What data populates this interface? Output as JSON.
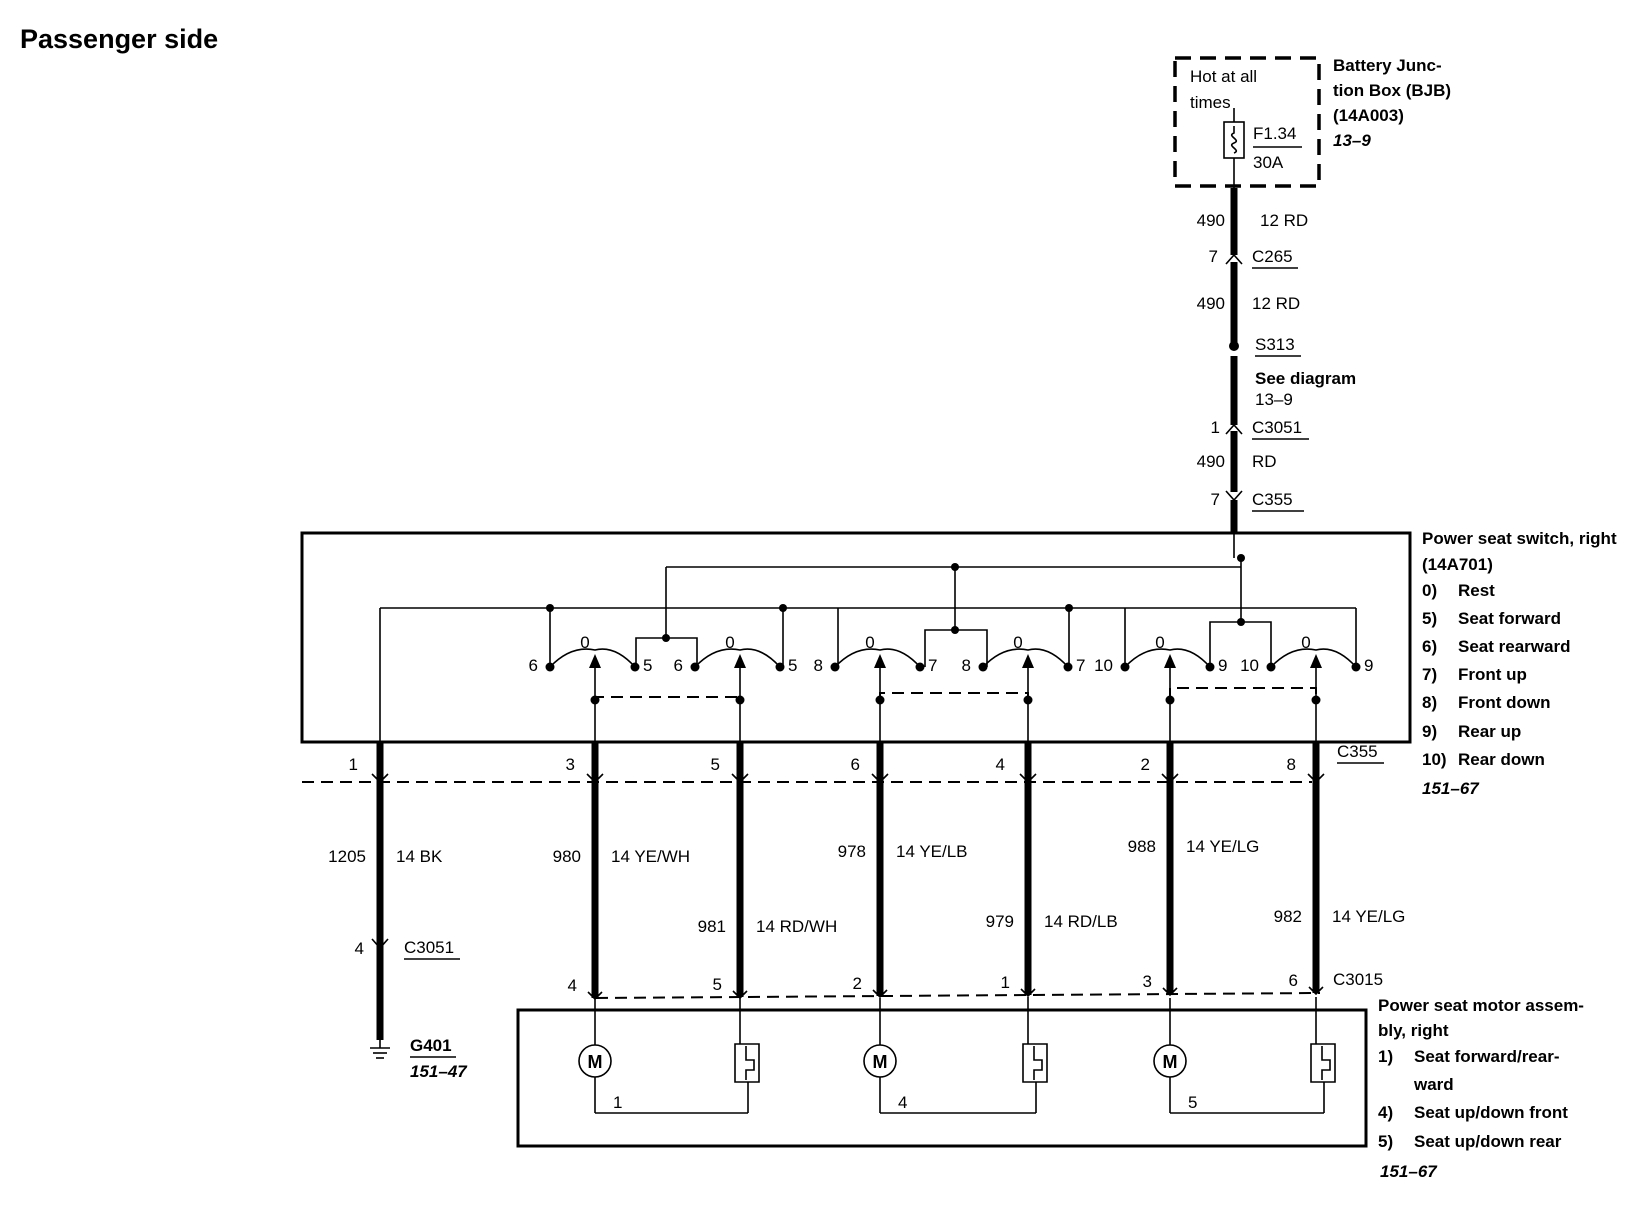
{
  "title": "Passenger side",
  "bjb": {
    "hot_line1": "Hot at all",
    "hot_line2": "times",
    "fuse_name": "F1.34",
    "fuse_rating": "30A",
    "name_line1": "Battery Junc-",
    "name_line2": "tion Box (BJB)",
    "part": "(14A003)",
    "ref": "13–9"
  },
  "feed": {
    "w1_circuit": "490",
    "w1_wire": "12 RD",
    "c265_pin": "7",
    "c265": "C265",
    "w2_circuit": "490",
    "w2_wire": "12 RD",
    "splice": "S313",
    "see_diagram": "See diagram",
    "see_ref": "13–9",
    "c3051_pin": "1",
    "c3051": "C3051",
    "w3_circuit": "490",
    "w3_wire": "RD",
    "c355_pin": "7",
    "c355": "C355"
  },
  "switch": {
    "name": "Power seat switch, right",
    "part": "(14A701)",
    "legend": [
      {
        "num": "0)",
        "label": "Rest"
      },
      {
        "num": "5)",
        "label": "Seat forward"
      },
      {
        "num": "6)",
        "label": "Seat rearward"
      },
      {
        "num": "7)",
        "label": "Front up"
      },
      {
        "num": "8)",
        "label": "Front down"
      },
      {
        "num": "9)",
        "label": "Rear up"
      },
      {
        "num": "10)",
        "label": "Rear down"
      }
    ],
    "ref": "151–67",
    "contacts": [
      {
        "left": "6",
        "mid": "0",
        "right": "5"
      },
      {
        "left": "6",
        "mid": "0",
        "right": "5"
      },
      {
        "left": "8",
        "mid": "0",
        "right": "7"
      },
      {
        "left": "8",
        "mid": "0",
        "right": "7"
      },
      {
        "left": "10",
        "mid": "0",
        "right": "9"
      },
      {
        "left": "10",
        "mid": "0",
        "right": "9"
      }
    ],
    "connector": "C355",
    "pins": [
      "1",
      "3",
      "5",
      "6",
      "4",
      "2",
      "8"
    ]
  },
  "wires": [
    {
      "circuit": "1205",
      "spec": "14 BK"
    },
    {
      "circuit": "980",
      "spec": "14 YE/WH"
    },
    {
      "circuit": "981",
      "spec": "14 RD/WH"
    },
    {
      "circuit": "978",
      "spec": "14 YE/LB"
    },
    {
      "circuit": "979",
      "spec": "14 RD/LB"
    },
    {
      "circuit": "988",
      "spec": "14 YE/LG"
    },
    {
      "circuit": "982",
      "spec": "14 YE/LG"
    }
  ],
  "ground": {
    "c3051_pin": "4",
    "c3051": "C3051",
    "name": "G401",
    "ref": "151–47"
  },
  "motor": {
    "connector": "C3015",
    "pins": [
      "4",
      "5",
      "2",
      "1",
      "3",
      "6"
    ],
    "motor_symbol": "M",
    "motor_numbers": [
      "1",
      "4",
      "5"
    ],
    "name_line1": "Power seat motor assem-",
    "name_line2": "bly, right",
    "legend": [
      {
        "num": "1)",
        "label": "Seat forward/rear-"
      },
      {
        "num": "",
        "label": "ward"
      },
      {
        "num": "4)",
        "label": "Seat up/down front"
      },
      {
        "num": "5)",
        "label": "Seat up/down rear"
      }
    ],
    "ref": "151–67"
  }
}
